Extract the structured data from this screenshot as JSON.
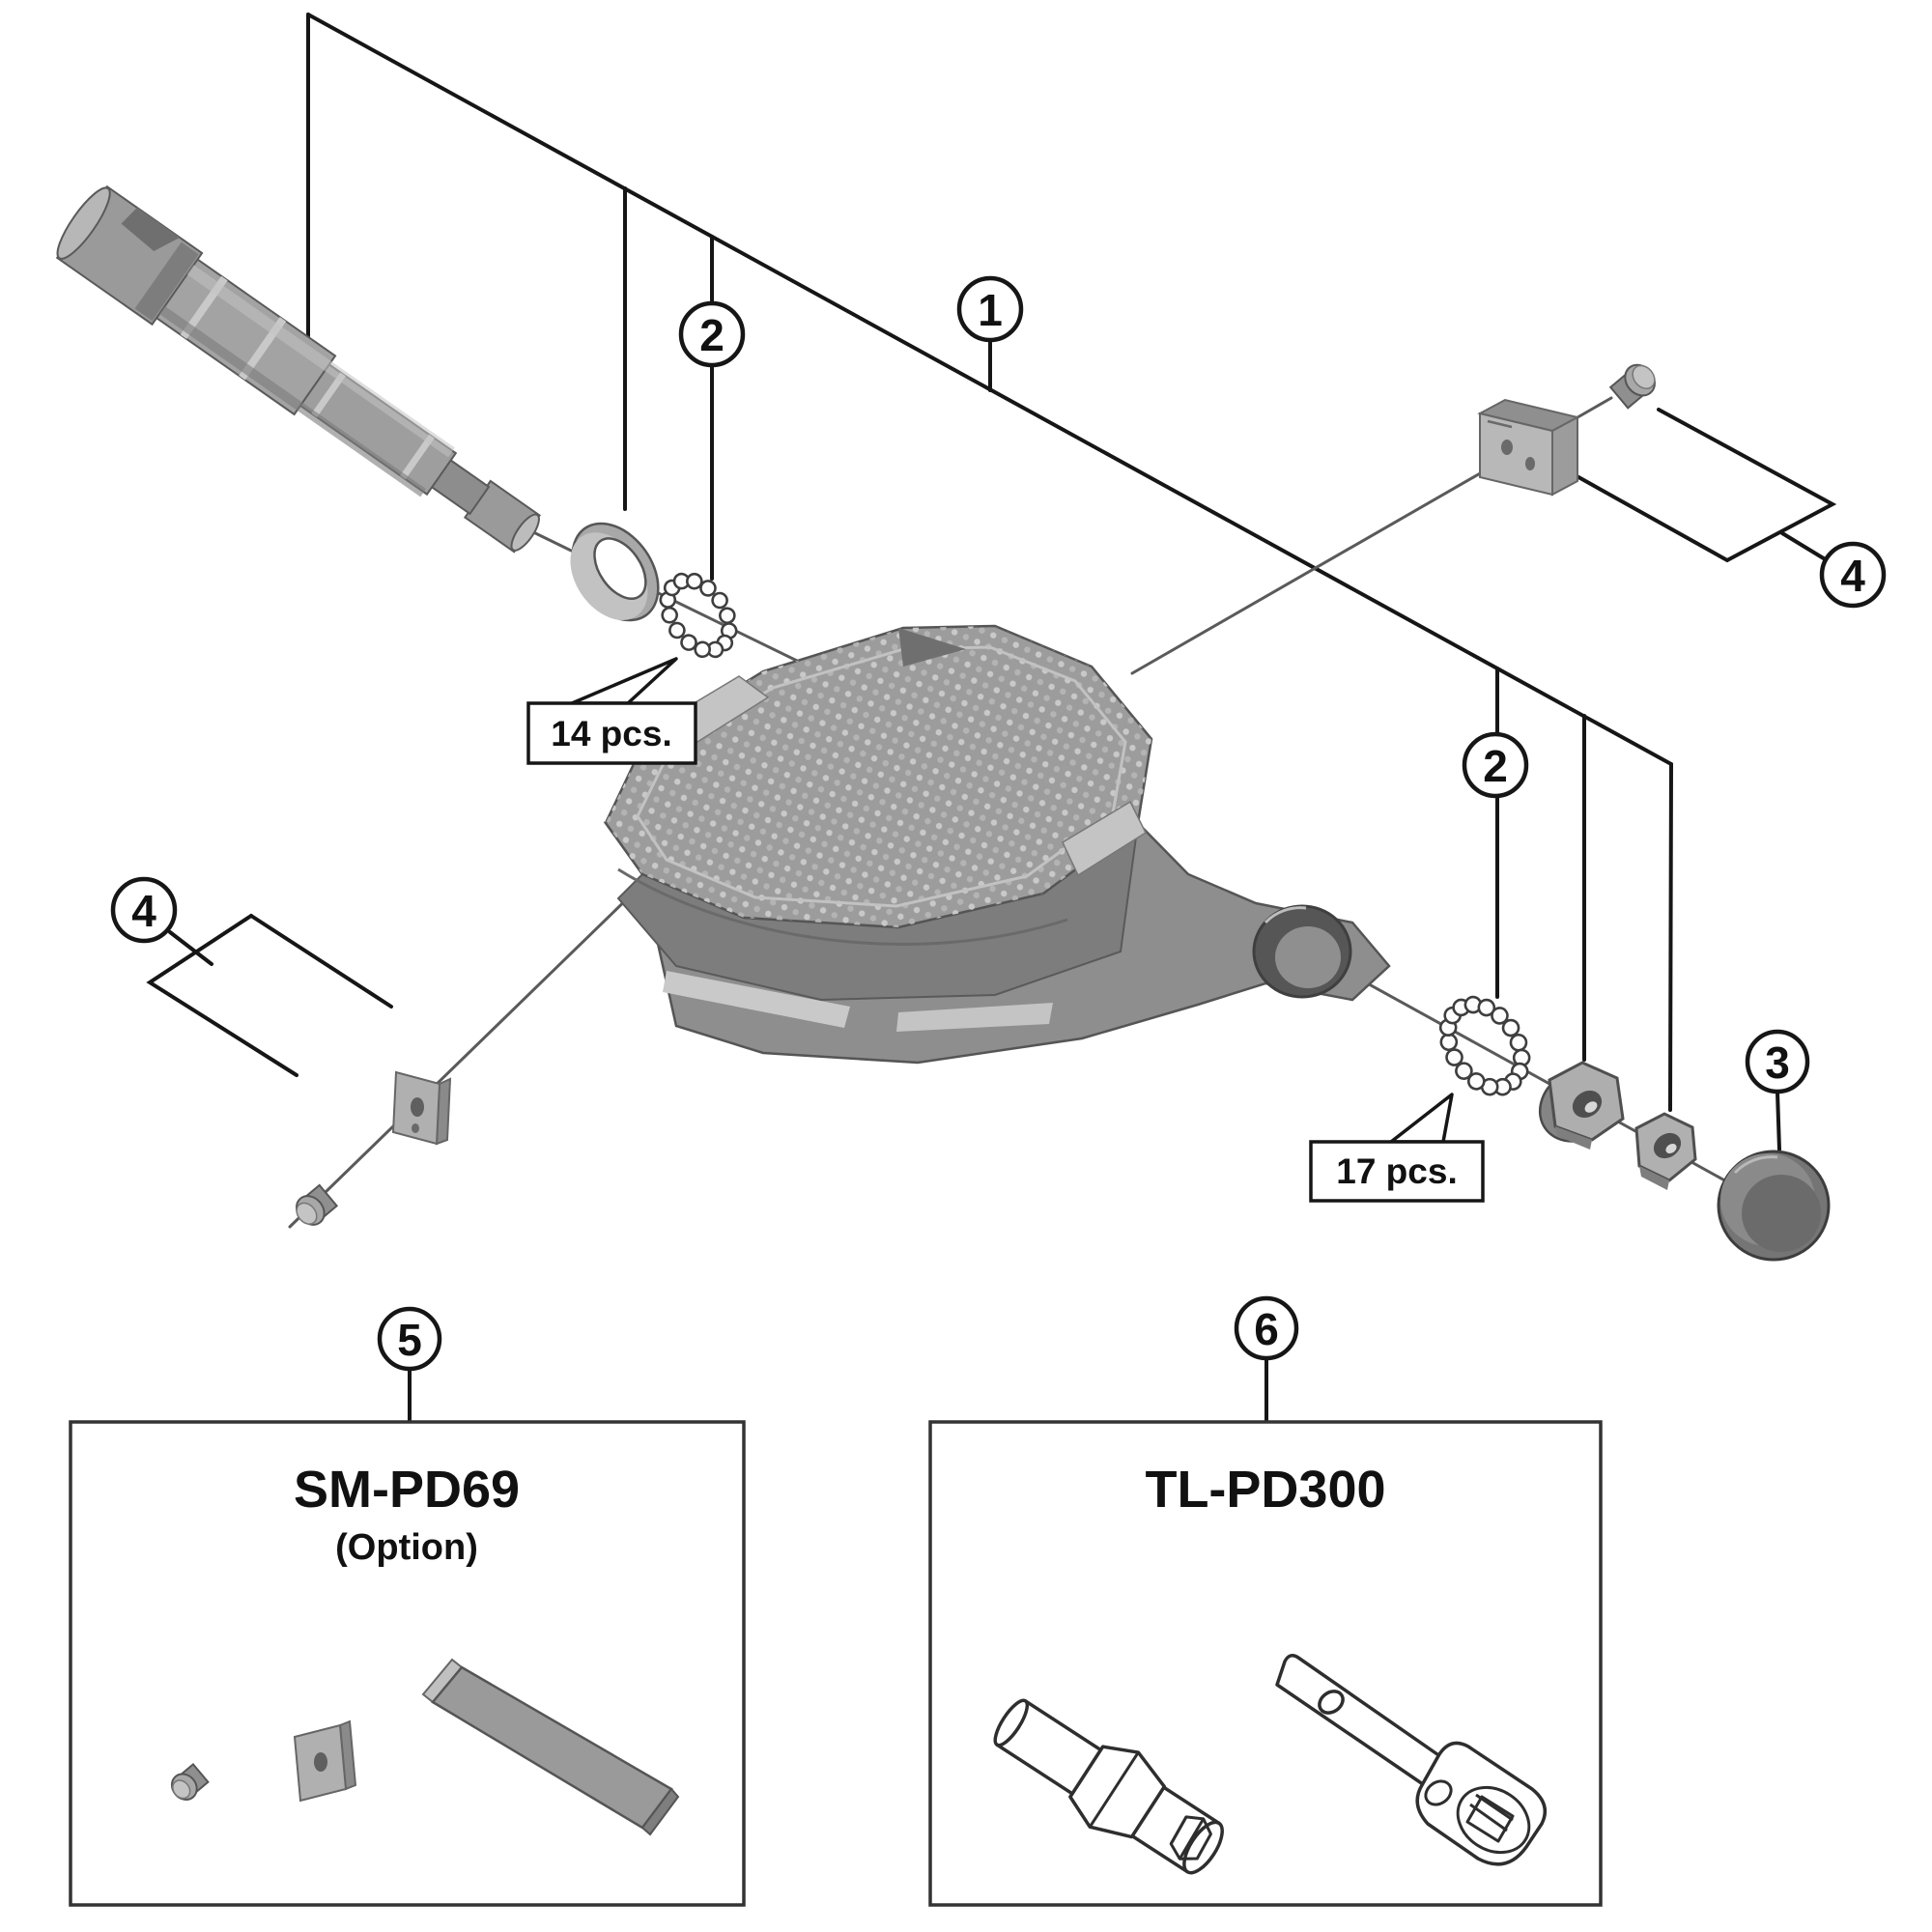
{
  "diagram": {
    "callouts": {
      "c1": "1",
      "c2_left": "2",
      "c2_right": "2",
      "c3": "3",
      "c4_left": "4",
      "c4_right": "4",
      "c5": "5",
      "c6": "6"
    },
    "labels": {
      "bearings_small_qty": "14 pcs.",
      "bearings_large_qty": "17 pcs."
    },
    "boxes": {
      "option_kit": {
        "title": "SM-PD69",
        "subtitle": "(Option)"
      },
      "tool_kit": {
        "title": "TL-PD300"
      }
    }
  }
}
